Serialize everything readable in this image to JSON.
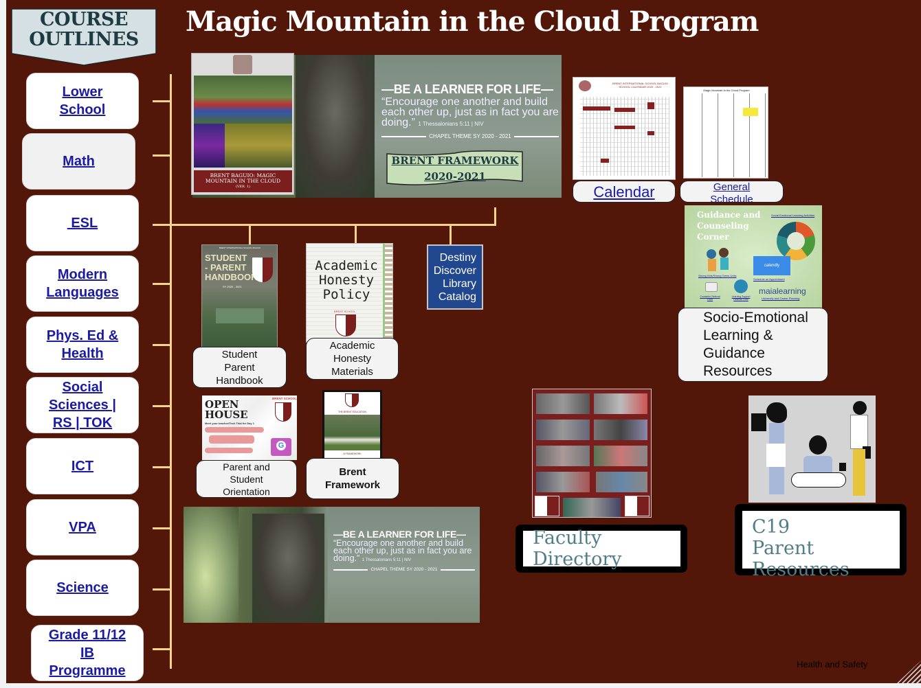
{
  "header": {
    "badge_line1": "COURSE",
    "badge_line2": "OUTLINES",
    "title": "Magic Mountain in the Cloud Program"
  },
  "nav": {
    "items": [
      {
        "label": "Lower School"
      },
      {
        "label": "Math"
      },
      {
        "label": " ESL"
      },
      {
        "label": "Modern Languages"
      },
      {
        "label": "Phys. Ed & Health"
      },
      {
        "label": "Social Sciences | RS | TOK"
      },
      {
        "label": "ICT"
      },
      {
        "label": "VPA"
      },
      {
        "label": "Science"
      },
      {
        "label": "Grade 11/12 IB Programme"
      }
    ]
  },
  "banner": {
    "cover_title": "BRENT BAGUIO: MAGIC MOUNTAIN IN THE CLOUD",
    "cover_subtitle": "(VER. 1)",
    "heading": "—BE A LEARNER FOR LIFE—",
    "quote": "“Encourage one another and build each other up, just as in fact you are doing.”",
    "citation": "1 Thessalonians 5:11 | NIV",
    "footer": "CHAPEL THEME SY 2020 - 2021",
    "framework_line1": "BRENT FRAMEWORK",
    "framework_line2": "2020-2021"
  },
  "calendar": {
    "label": "Calendar",
    "doc_title": "BRENT INTERNATIONAL SCHOOL BAGUIO",
    "doc_subtitle": "SCHOOL CALENDAR 2020 - 2021"
  },
  "schedule": {
    "label": "General Schedule",
    "doc_title": "Magic Mountain in the Cloud Program"
  },
  "guidance": {
    "panel_title": "Guidance and Counseling Corner",
    "sel_link": "Social Emotional Learning Activities",
    "calendly": "calendly",
    "schedule_link": "Schedule an Appointment",
    "maia": "maialearning",
    "maia_sub": "University and Career Planning",
    "strong_kids": "Strong Kids/Strong Teens Units",
    "counselor_form": "Counselor Referral Form",
    "learning_support_form": "Learning Support Referral Form",
    "caption": "Socio-Emotional Learning & Guidance Resources"
  },
  "resources": {
    "handbook_cover": {
      "school": "BRENT INTERNATIONAL SCHOOL BAGUIO",
      "title": "STUDENT - PARENT HANDBOOK",
      "year": "SY 2020 - 2021",
      "brand": "BRENT SCHOOL"
    },
    "handbook_caption": "Student Parent Handbook",
    "honesty_cover": {
      "title": "Academic Honesty Policy",
      "brand": "BRENT SCHOOL"
    },
    "honesty_caption": "Academic Honesty Materials",
    "library": "Destiny Discover Library Catalog",
    "openhouse_cover": {
      "title": "OPEN HOUSE",
      "subtitle": "Meet your teacher/Tech Trial for Day 1",
      "brand": "BRENT SCHOOL"
    },
    "openhouse_caption": "Parent and Student Orientation",
    "framework_cover": {
      "title": "THE BRENT EDUCATION",
      "sub": "A FRAMEWORK"
    },
    "framework_caption": "Brent Framework"
  },
  "faculty": {
    "label": "Faculty Directory"
  },
  "c19": {
    "label": "C19 Parent Resources"
  },
  "footer": {
    "health_safety": "Health and Safety"
  }
}
